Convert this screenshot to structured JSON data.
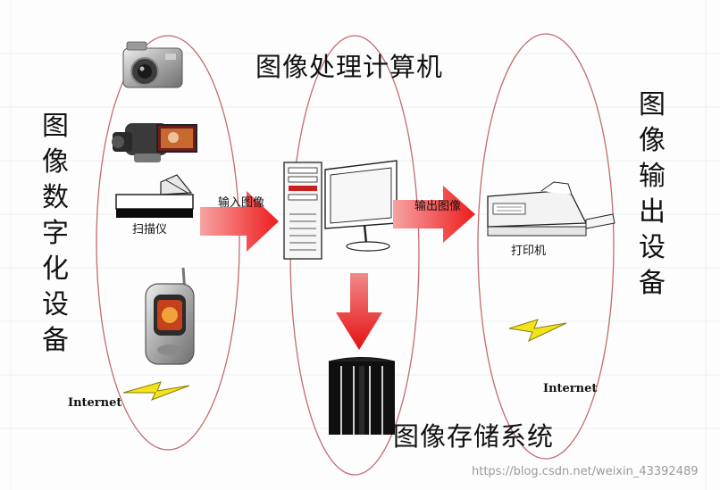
{
  "title": "图像处理计算机",
  "left_label": "图像数字化设备",
  "right_label": "图像输出设备",
  "storage_label": "图像存储系统",
  "arrow_in_label": "输入图像",
  "arrow_out_label": "输出图像",
  "scanner_label": "扫描仪",
  "printer_label": "打印机",
  "internet_left": "Internet",
  "internet_right": "Internet",
  "watermark": "https://blog.csdn.net/weixin_43392489",
  "colors": {
    "ellipse": "#c46a72",
    "arrow": "#ee1c1c",
    "lightning": "#f2e41c"
  }
}
